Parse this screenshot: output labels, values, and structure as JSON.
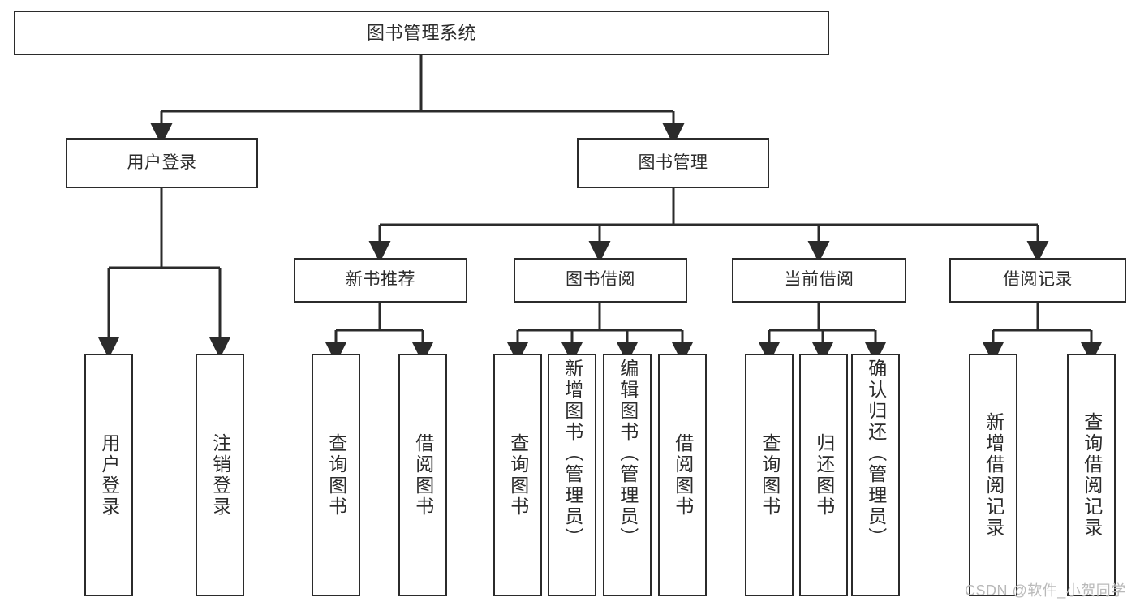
{
  "diagram": {
    "title": "图书管理系统",
    "type": "tree-hierarchy",
    "orientation": "top-down",
    "stroke_color": "#2b2b2b",
    "fill_color": "#ffffff",
    "text_color": "#2b2b2b"
  },
  "watermark": {
    "text": "CSDN @软件_小贺同学"
  },
  "nodes": {
    "root": {
      "label": "图书管理系统"
    },
    "level2": [
      {
        "id": "user-login",
        "label": "用户登录"
      },
      {
        "id": "book-management",
        "label": "图书管理"
      }
    ],
    "level3": [
      {
        "id": "new-book-recommend",
        "label": "新书推荐"
      },
      {
        "id": "book-borrow",
        "label": "图书借阅"
      },
      {
        "id": "current-borrow",
        "label": "当前借阅"
      },
      {
        "id": "borrow-record",
        "label": "借阅记录"
      }
    ],
    "leaves": [
      {
        "id": "leaf-user-login",
        "label": "用户登录",
        "parent": "user-login"
      },
      {
        "id": "leaf-logout",
        "label": "注销登录",
        "parent": "user-login"
      },
      {
        "id": "leaf-query-book-1",
        "label": "查询图书",
        "parent": "new-book-recommend"
      },
      {
        "id": "leaf-borrow-book-1",
        "label": "借阅图书",
        "parent": "new-book-recommend"
      },
      {
        "id": "leaf-query-book-2",
        "label": "查询图书",
        "parent": "book-borrow"
      },
      {
        "id": "leaf-add-book",
        "label": "新增图书（管理员）",
        "parent": "book-borrow"
      },
      {
        "id": "leaf-edit-book",
        "label": "编辑图书（管理员）",
        "parent": "book-borrow"
      },
      {
        "id": "leaf-borrow-book-2",
        "label": "借阅图书",
        "parent": "book-borrow"
      },
      {
        "id": "leaf-query-book-3",
        "label": "查询图书",
        "parent": "current-borrow"
      },
      {
        "id": "leaf-return-book",
        "label": "归还图书",
        "parent": "current-borrow"
      },
      {
        "id": "leaf-confirm-return",
        "label": "确认归还（管理员）",
        "parent": "current-borrow"
      },
      {
        "id": "leaf-add-record",
        "label": "新增借阅记录",
        "parent": "borrow-record"
      },
      {
        "id": "leaf-query-record",
        "label": "查询借阅记录",
        "parent": "borrow-record"
      }
    ]
  }
}
